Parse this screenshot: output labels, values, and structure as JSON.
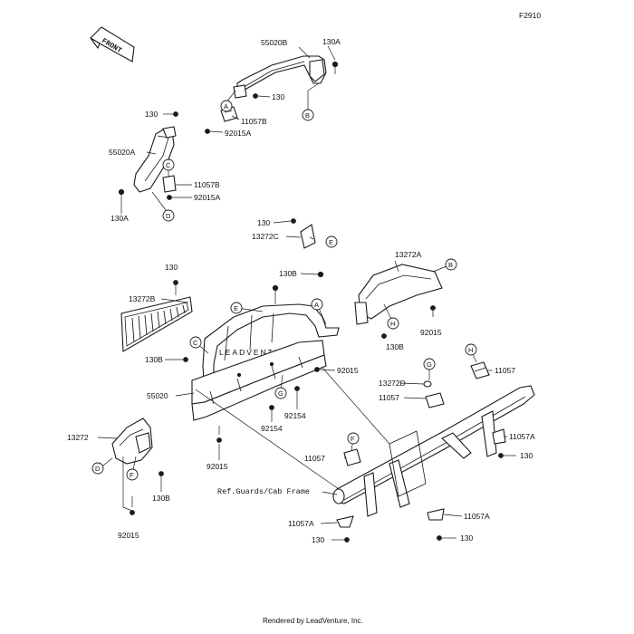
{
  "figure_code": "F2910",
  "footer": "Rendered by LeadVenture, Inc.",
  "watermark": "LEADVENTURE",
  "front_badge": "FRONT",
  "reference_note": "Ref.Guards/Cab Frame",
  "part_labels": {
    "p55020B": "55020B",
    "p130A_top": "130A",
    "p130_top": "130",
    "p11057B_top": "11057B",
    "p92015A_top": "92015A",
    "p130_left": "130",
    "p55020A": "55020A",
    "p11057B_left": "11057B",
    "p92015A_left": "92015A",
    "p130A_left": "130A",
    "p130_e": "130",
    "p13272C": "13272C",
    "p130_grille": "130",
    "p13272B": "13272B",
    "p130B_top": "130B",
    "p13272A": "13272A",
    "p92015_right": "92015",
    "p130B_mid": "130B",
    "p92015_mid": "92015",
    "p130B_left": "130B",
    "p55020": "55020",
    "p13272D": "13272D",
    "p11057_mid": "11057",
    "p11057_h": "11057",
    "p92154_a": "92154",
    "p92154_b": "92154",
    "p13272": "13272",
    "p92015_bottom": "92015",
    "p130B_bottom": "130B",
    "p92015_lowest": "92015",
    "p11057_f": "11057",
    "p11057A_right": "11057A",
    "p130_right": "130",
    "p11057A_bl": "11057A",
    "p130_bl": "130",
    "p11057A_br": "11057A",
    "p130_br": "130"
  },
  "callouts": {
    "A1": "A",
    "A2": "A",
    "B1": "B",
    "B2": "B",
    "C1": "C",
    "C2": "C",
    "D1": "D",
    "D2": "D",
    "E1": "E",
    "E2": "E",
    "F1": "F",
    "F2": "F",
    "G1": "G",
    "G2": "G",
    "H1": "H",
    "H2": "H"
  }
}
